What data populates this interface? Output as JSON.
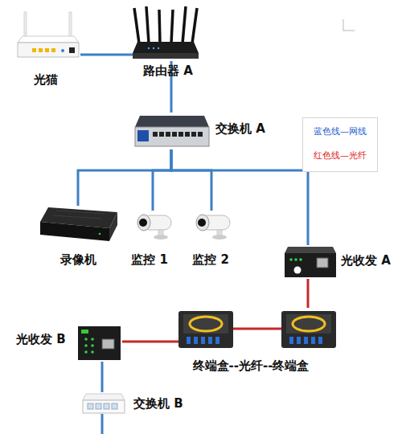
{
  "diagram": {
    "nodes": [
      {
        "text": [
          "光猫"
        ]
      },
      {
        "text": [
          "路由器 A"
        ]
      },
      {
        "text": [
          "交换机 A"
        ]
      },
      {
        "text": [
          "录像机"
        ]
      },
      {
        "text": [
          "监控 1"
        ]
      },
      {
        "text": [
          "监控 2"
        ]
      },
      {
        "text": [
          "光收发 A"
        ]
      },
      {
        "text": [
          "光收发 B"
        ]
      },
      {
        "text": [
          "终端盒--光纤--终端盒"
        ]
      },
      {
        "text": [
          "交换机 B"
        ]
      }
    ],
    "edges": [
      {
        "from": 0,
        "to": 1,
        "arrow": "none"
      },
      {
        "from": 1,
        "to": 2,
        "arrow": "none"
      },
      {
        "from": 2,
        "to": 3,
        "arrow": "none"
      },
      {
        "from": 2,
        "to": 4,
        "arrow": "none"
      },
      {
        "from": 2,
        "to": 5,
        "arrow": "none"
      },
      {
        "from": 2,
        "to": 6,
        "arrow": "none"
      },
      {
        "from": 6,
        "to": 8,
        "arrow": "none"
      },
      {
        "from": 8,
        "to": 7,
        "arrow": "none"
      },
      {
        "from": 7,
        "to": 9,
        "arrow": "none"
      }
    ],
    "legend": [
      {
        "text": "蓝色线—网线",
        "color": "#1f5fcf"
      },
      {
        "text": "红色线—光纤",
        "color": "#e02424"
      }
    ]
  }
}
